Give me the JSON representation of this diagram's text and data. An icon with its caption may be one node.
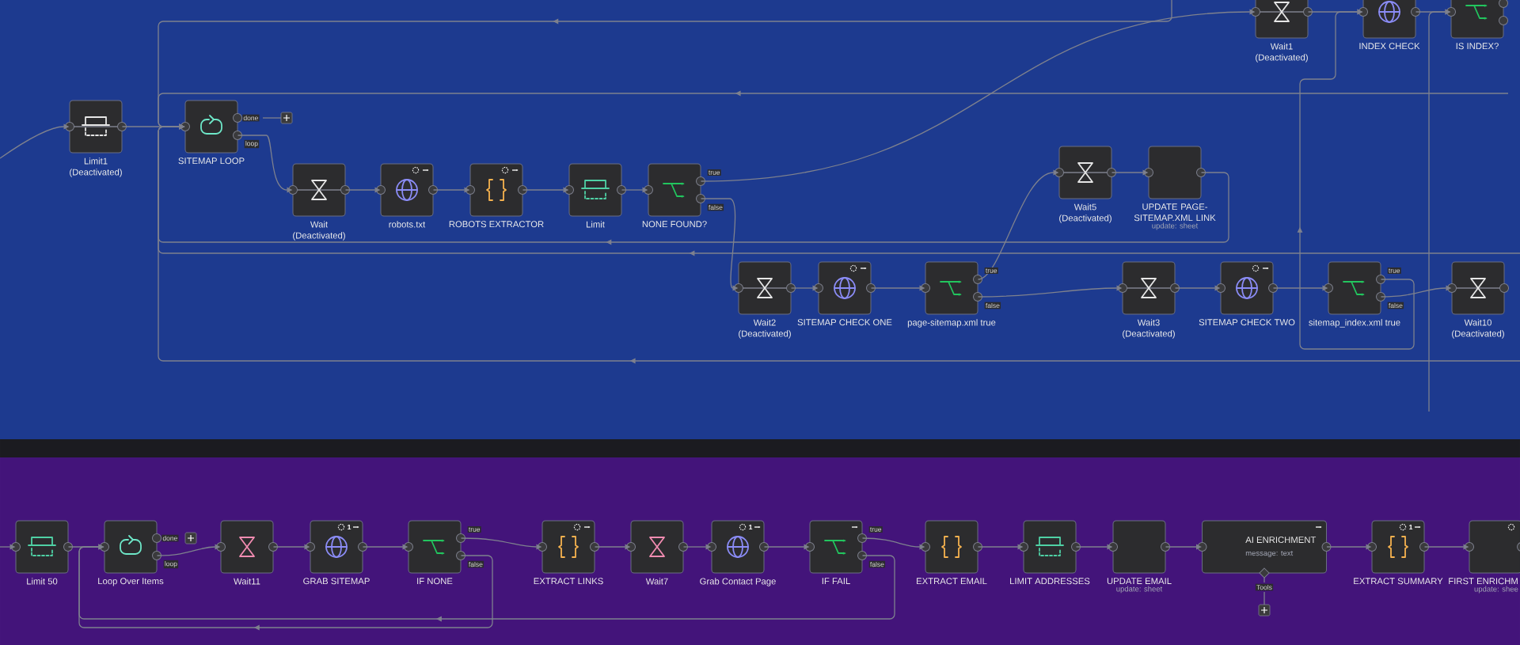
{
  "diagram": {
    "nodes": [
      {
        "text": [
          "Limit1 (Deactivated)"
        ]
      },
      {
        "text": [
          "SITEMAP LOOP"
        ],
        "beside": [
          "done"
        ]
      },
      {
        "text": [
          "Wait (Deactivated)"
        ]
      },
      {
        "text": [
          "robots.txt"
        ]
      },
      {
        "text": [
          "ROBOTS EXTRACTOR"
        ]
      },
      {
        "text": [
          "Limit"
        ]
      },
      {
        "text": [
          "NONE FOUND?"
        ]
      },
      {
        "text": [
          "Wait1 (Deactivated)"
        ]
      },
      {
        "text": [
          "INDEX CHECK"
        ]
      },
      {
        "text": [
          "IS INDEX?"
        ]
      },
      {
        "text": [
          "Wait5 (Deactivated)"
        ]
      },
      {
        "text": [
          "UPDATE PAGE-SITEMAP.XML LINK"
        ],
        "beside": [
          "update: sheet"
        ]
      },
      {
        "text": [
          "Wait2 (Deactivated)"
        ]
      },
      {
        "text": [
          "SITEMAP CHECK ONE"
        ]
      },
      {
        "text": [
          "page-sitemap.xml true"
        ]
      },
      {
        "text": [
          "Wait3 (Deactivated)"
        ]
      },
      {
        "text": [
          "SITEMAP CHECK TWO"
        ]
      },
      {
        "text": [
          "sitemap_index.xml true"
        ]
      },
      {
        "text": [
          "Wait10 (Deactivated)"
        ]
      },
      {
        "text": [
          "Limit 50"
        ]
      },
      {
        "text": [
          "Loop Over Items"
        ],
        "beside": [
          "done"
        ]
      },
      {
        "text": [
          "Wait11"
        ]
      },
      {
        "text": [
          "1",
          "GRAB SITEMAP"
        ]
      },
      {
        "text": [
          "IF NONE"
        ]
      },
      {
        "text": [
          "EXTRACT LINKS"
        ]
      },
      {
        "text": [
          "Wait7"
        ]
      },
      {
        "text": [
          "1",
          "Grab Contact Page"
        ]
      },
      {
        "text": [
          "IF FAIL"
        ]
      },
      {
        "text": [
          "EXTRACT EMAIL"
        ]
      },
      {
        "text": [
          "LIMIT ADDRESSES"
        ]
      },
      {
        "text": [
          "UPDATE EMAIL"
        ],
        "beside": [
          "update: sheet"
        ]
      },
      {
        "text": [
          "AI ENRICHMENT",
          "message: text"
        ]
      },
      {
        "text": [
          "1",
          "EXTRACT SUMMARY"
        ]
      },
      {
        "text": [
          "FIRST ENRICHM"
        ],
        "beside": [
          "update: shee"
        ]
      }
    ],
    "edges": [
      {
        "from": null,
        "to": 0,
        "arrow": "to"
      },
      {
        "from": 0,
        "to": 1,
        "arrow": "to"
      },
      {
        "from": 1,
        "to": 2,
        "arrow": "to",
        "label": "loop"
      },
      {
        "from": 2,
        "to": 3,
        "arrow": "to"
      },
      {
        "from": 3,
        "to": 4,
        "arrow": "to"
      },
      {
        "from": 4,
        "to": 5,
        "arrow": "to"
      },
      {
        "from": 5,
        "to": 6,
        "arrow": "to"
      },
      {
        "from": 6,
        "to": 7,
        "arrow": "to",
        "label": "true"
      },
      {
        "from": 6,
        "to": 12,
        "arrow": "to",
        "label": "false"
      },
      {
        "from": 7,
        "to": 8,
        "arrow": "to"
      },
      {
        "from": 8,
        "to": 9,
        "arrow": "to"
      },
      {
        "from": 10,
        "to": 11,
        "arrow": "to"
      },
      {
        "from": 11,
        "to": 1,
        "arrow": "to"
      },
      {
        "from": 12,
        "to": 13,
        "arrow": "to"
      },
      {
        "from": 13,
        "to": 14,
        "arrow": "to"
      },
      {
        "from": 14,
        "to": 10,
        "arrow": "to",
        "label": "true"
      },
      {
        "from": 14,
        "to": 15,
        "arrow": "to",
        "label": "false"
      },
      {
        "from": 15,
        "to": 16,
        "arrow": "to"
      },
      {
        "from": 16,
        "to": 17,
        "arrow": "to"
      },
      {
        "from": 17,
        "to": 8,
        "arrow": "to",
        "label": "true"
      },
      {
        "from": 17,
        "to": 18,
        "arrow": "to",
        "label": "false"
      },
      {
        "from": null,
        "to": 9,
        "arrow": "to"
      },
      {
        "from": null,
        "to": 1,
        "arrow": "to"
      },
      {
        "from": null,
        "to": 1,
        "arrow": "to"
      },
      {
        "from": null,
        "to": 1,
        "arrow": "to"
      },
      {
        "from": null,
        "to": 1,
        "arrow": "to"
      },
      {
        "from": null,
        "to": 19,
        "arrow": "to"
      },
      {
        "from": 19,
        "to": 20,
        "arrow": "to"
      },
      {
        "from": 20,
        "to": 21,
        "arrow": "to",
        "label": "loop"
      },
      {
        "from": 21,
        "to": 22,
        "arrow": "to"
      },
      {
        "from": 22,
        "to": 23,
        "arrow": "to"
      },
      {
        "from": 23,
        "to": 24,
        "arrow": "to",
        "label": "true"
      },
      {
        "from": 23,
        "to": 20,
        "arrow": "to",
        "label": "false"
      },
      {
        "from": 24,
        "to": 25,
        "arrow": "to"
      },
      {
        "from": 25,
        "to": 26,
        "arrow": "to"
      },
      {
        "from": 26,
        "to": 27,
        "arrow": "to"
      },
      {
        "from": 27,
        "to": 28,
        "arrow": "to",
        "label": "true"
      },
      {
        "from": 27,
        "to": 20,
        "arrow": "to",
        "label": "false"
      },
      {
        "from": 28,
        "to": 29,
        "arrow": "to"
      },
      {
        "from": 29,
        "to": 30,
        "arrow": "to"
      },
      {
        "from": 30,
        "to": 31,
        "arrow": "to"
      },
      {
        "from": 31,
        "to": 32,
        "arrow": "to"
      },
      {
        "from": 32,
        "to": 33,
        "arrow": "to"
      }
    ],
    "labels": [
      "Tools"
    ]
  }
}
